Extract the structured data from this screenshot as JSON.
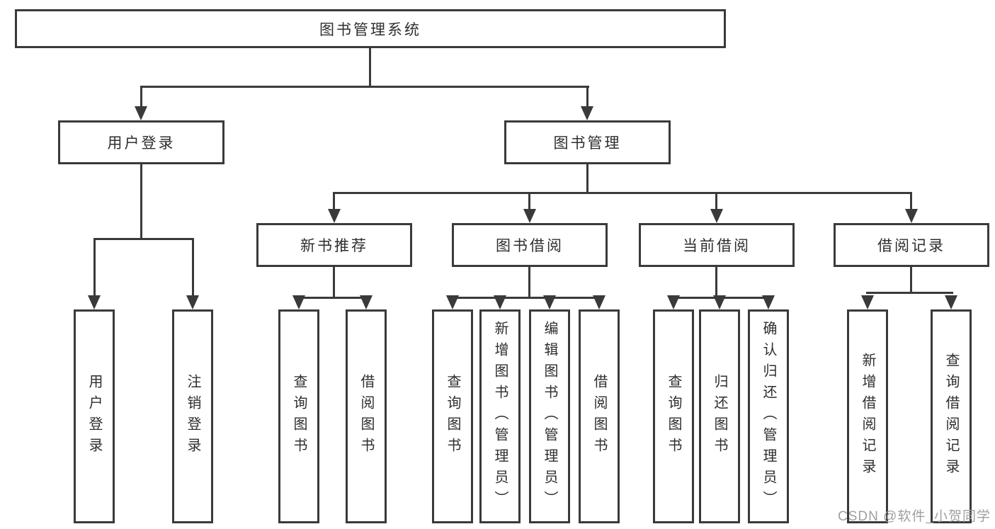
{
  "diagram": {
    "title_node": {
      "label": "图书管理系统"
    },
    "level1": [
      {
        "id": "user-login",
        "label": "用户登录"
      },
      {
        "id": "book-management",
        "label": "图书管理"
      }
    ],
    "level2": [
      {
        "id": "new-book-recommend",
        "label": "新书推荐"
      },
      {
        "id": "book-borrow",
        "label": "图书借阅"
      },
      {
        "id": "current-borrow",
        "label": "当前借阅"
      },
      {
        "id": "borrow-records",
        "label": "借阅记录"
      }
    ],
    "leaves": {
      "user_login": [
        "用户登录",
        "注销登录"
      ],
      "new_book_recommend": [
        "查询图书",
        "借阅图书"
      ],
      "book_borrow": [
        "查询图书",
        "新增图书（管理员）",
        "编辑图书（管理员）",
        "借阅图书"
      ],
      "current_borrow": [
        "查询图书",
        "归还图书",
        "确认归还（管理员）"
      ],
      "borrow_records": [
        "新增借阅记录",
        "查询借阅记录"
      ]
    }
  },
  "watermark": {
    "text": "CSDN @软件_小贺同学"
  },
  "colors": {
    "line": "#3a3a3a",
    "text": "#2e2e2e",
    "watermark": "#a0a0a0",
    "background": "#ffffff"
  }
}
